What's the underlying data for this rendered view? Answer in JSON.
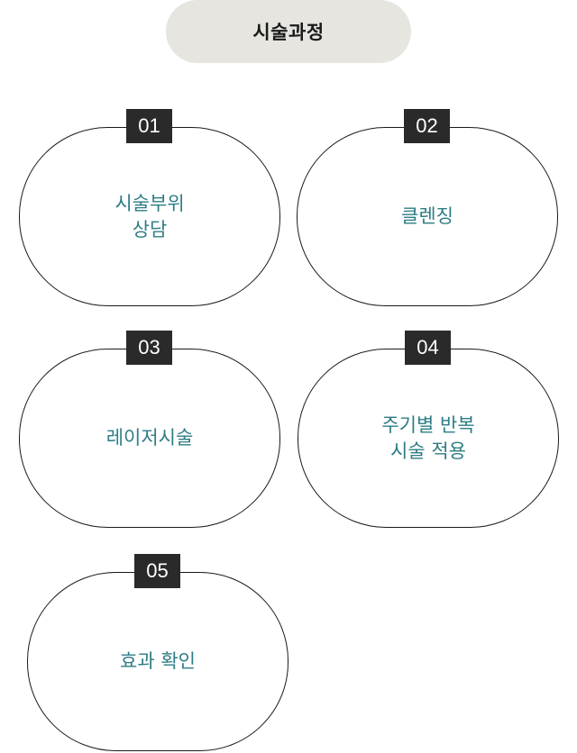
{
  "header": {
    "title": "시술과정"
  },
  "steps": [
    {
      "number": "01",
      "label": "시술부위\n상담"
    },
    {
      "number": "02",
      "label": "클렌징"
    },
    {
      "number": "03",
      "label": "레이저시술"
    },
    {
      "number": "04",
      "label": "주기별 반복\n시술 적용"
    },
    {
      "number": "05",
      "label": "효과 확인"
    }
  ],
  "colors": {
    "accent_text": "#2e7d85",
    "badge_bg": "#2a2a2a",
    "title_bg": "#e6e5e0"
  }
}
